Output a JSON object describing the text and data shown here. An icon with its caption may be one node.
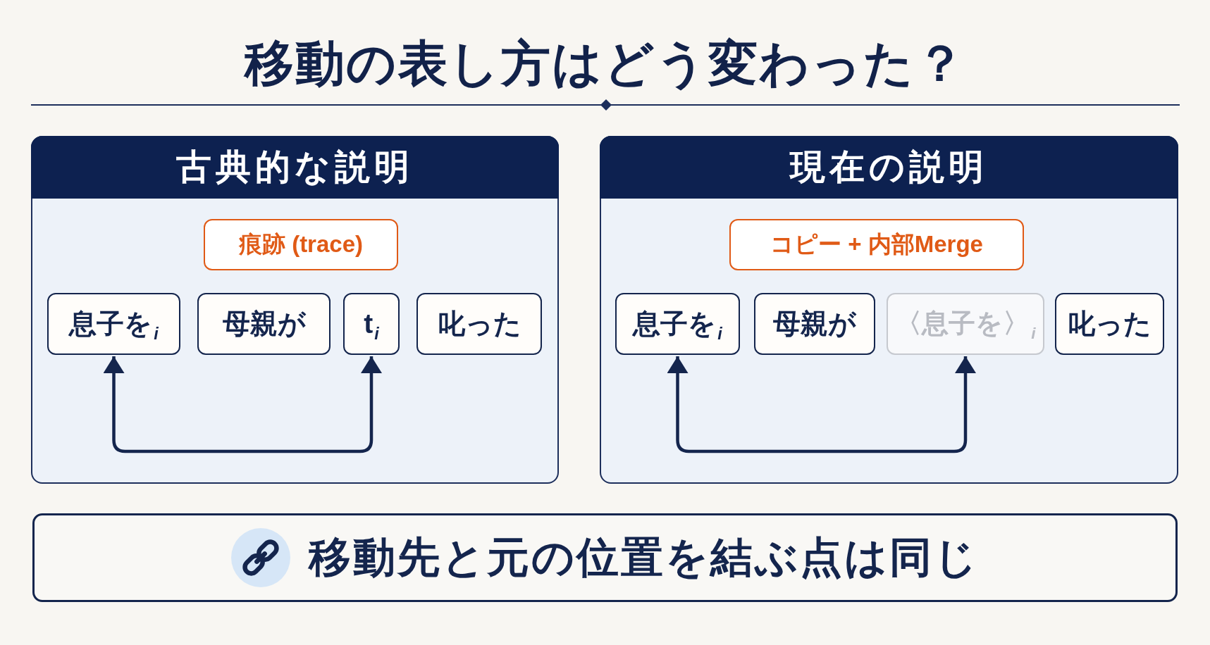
{
  "diagram": {
    "title": "移動の表し方はどう変わった？",
    "nodes": [
      {
        "text": [
          "古典的な説明"
        ]
      },
      {
        "text": [
          "痕跡 (trace)"
        ],
        "in": 0
      },
      {
        "text": [
          "息子を$_{i}$"
        ],
        "in": 0
      },
      {
        "text": [
          "母親が"
        ],
        "in": 0
      },
      {
        "text": [
          "t$_{i}$"
        ],
        "in": 0
      },
      {
        "text": [
          "叱った"
        ],
        "in": 0
      },
      {
        "text": [
          "現在の説明"
        ]
      },
      {
        "text": [
          "コピー + 内部Merge"
        ],
        "in": 6
      },
      {
        "text": [
          "息子を$_{i}$"
        ],
        "in": 6
      },
      {
        "text": [
          "母親が"
        ],
        "in": 6
      },
      {
        "text": [
          "〈息子を〉$_{i}$"
        ],
        "in": 6
      },
      {
        "text": [
          "叱った"
        ],
        "in": 6
      },
      {
        "text": [
          "移動先と元の位置を結ぶ点は同じ"
        ]
      }
    ],
    "edges": [
      {
        "from": 2,
        "to": 4,
        "arrow": "both"
      },
      {
        "from": 8,
        "to": 10,
        "arrow": "both"
      }
    ]
  }
}
